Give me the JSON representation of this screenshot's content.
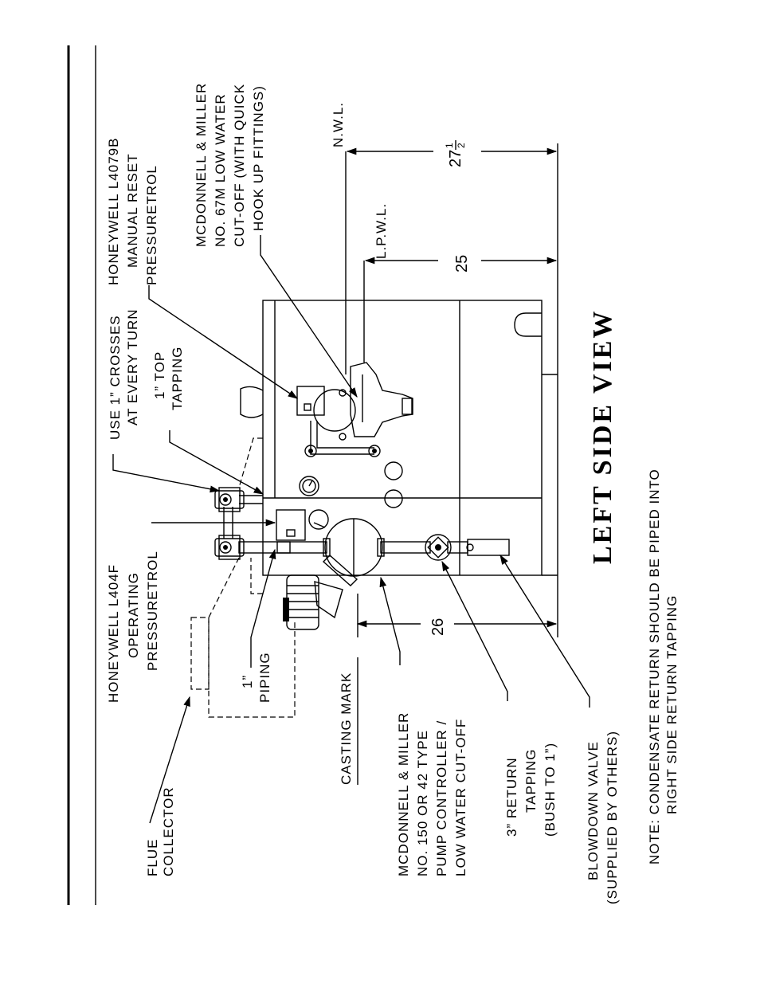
{
  "title": "LEFT SIDE VIEW",
  "note": {
    "line1": "NOTE: CONDENSATE RETURN SHOULD BE PIPED INTO",
    "line2": "RIGHT SIDE RETURN TAPPING"
  },
  "callouts": {
    "flue_collector": [
      "FLUE",
      "COLLECTOR"
    ],
    "l404f": [
      "HONEYWELL L404F",
      "OPERATING",
      "PRESSURETROL"
    ],
    "piping": [
      "1”",
      "PIPING"
    ],
    "use_crosses": [
      "USE 1” CROSSES",
      "AT EVERY TURN"
    ],
    "top_tapping": [
      "1” TOP",
      "TAPPING"
    ],
    "l4079b": [
      "HONEYWELL L4079B",
      "MANUAL RESET",
      "PRESSURETROL"
    ],
    "mcdonnell_67m": [
      "MCDONNELL & MILLER",
      "NO. 67M LOW WATER",
      "CUT-OFF (WITH QUICK",
      "HOOK UP FITTINGS)"
    ],
    "casting_mark": [
      "CASTING MARK"
    ],
    "mcdonnell_150": [
      "MCDONNELL & MILLER",
      "NO. 150 OR 42 TYPE",
      "PUMP CONTROLLER /",
      "LOW WATER CUT-OFF"
    ],
    "return_tapping": [
      "3” RETURN",
      "TAPPING",
      "(BUSH TO 1”)"
    ],
    "blowdown": [
      "BLOWDOWN VALVE",
      "(SUPPLIED BY OTHERS)"
    ]
  },
  "levels": {
    "nwl": "N.W.L.",
    "lpwl": "L.P.W.L."
  },
  "dimensions": {
    "nwl_whole": "27",
    "nwl_num": "1",
    "nwl_den": "2",
    "lpwl": "25",
    "casting": "26"
  }
}
